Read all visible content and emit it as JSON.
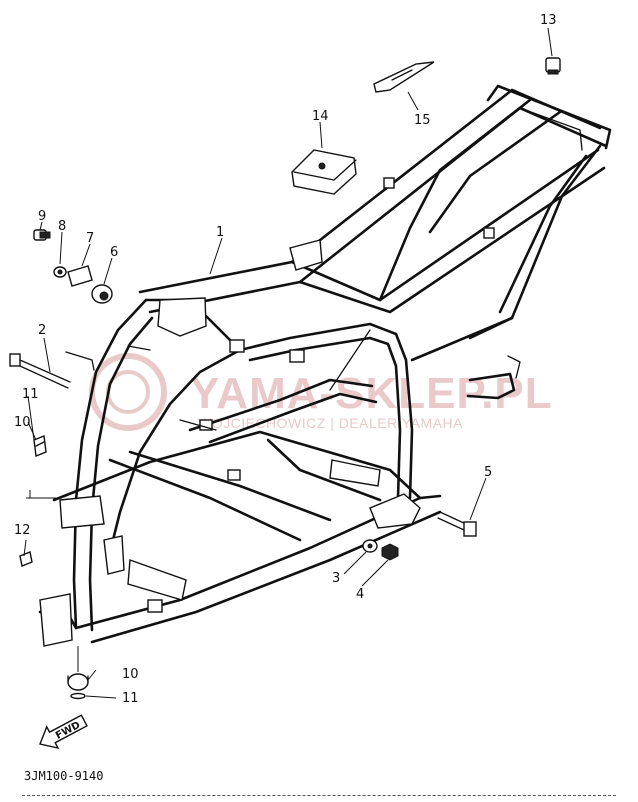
{
  "watermark": {
    "main": "YAMA-SKLEP.PL",
    "sub": "WOJCIECHOWICZ | DEALER YAMAHA"
  },
  "callouts": {
    "n1": "1",
    "n2": "2",
    "n3": "3",
    "n4": "4",
    "n5": "5",
    "n6": "6",
    "n7": "7",
    "n8": "8",
    "n9": "9",
    "n10_top": "10",
    "n11_top": "11",
    "n12": "12",
    "n13": "13",
    "n14": "14",
    "n15": "15",
    "n10_bottom": "10",
    "n11_bottom": "11"
  },
  "fwd_label": "FWD",
  "diagram_code": "3JM100-9140",
  "colors": {
    "line": "#111111",
    "watermark": "#e9c9c9",
    "background": "#ffffff"
  }
}
